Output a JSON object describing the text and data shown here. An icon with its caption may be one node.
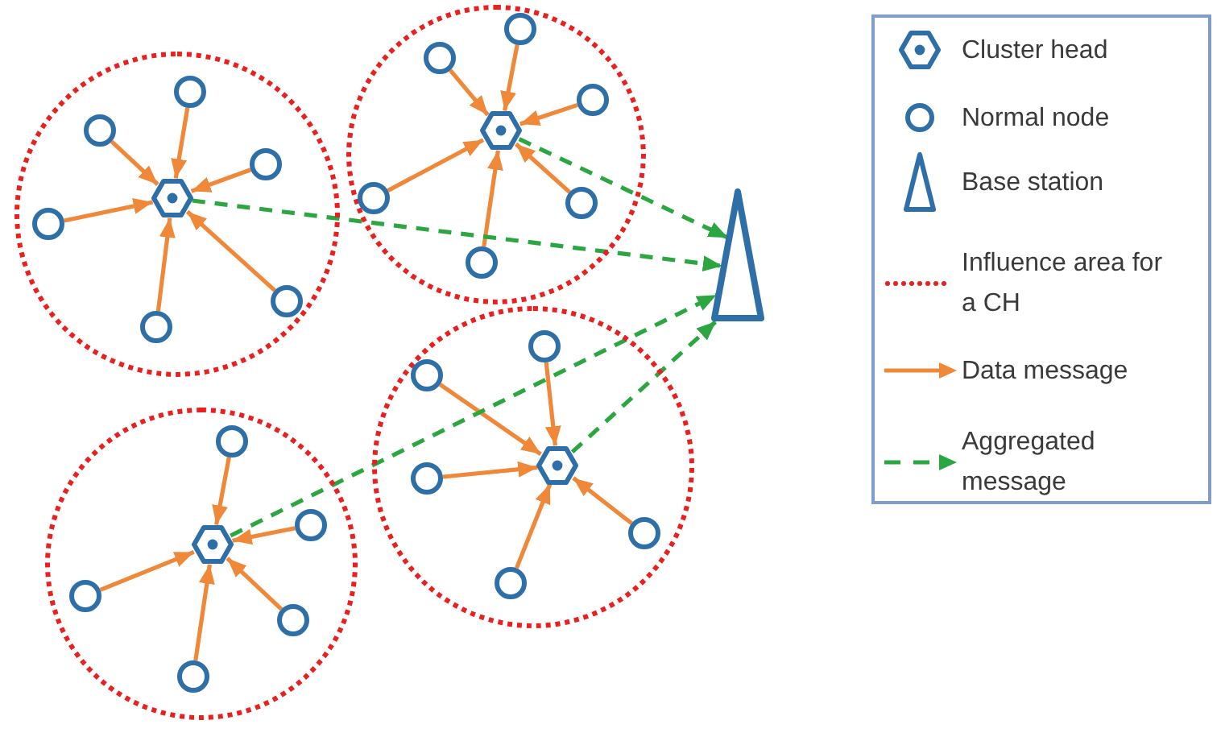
{
  "diagram": {
    "nodes": [
      {
        "text": [],
        "shape": "circle"
      },
      {
        "text": [],
        "shape": "hexagon",
        "in": 0
      },
      {
        "text": [],
        "shape": "circle",
        "in": 0
      },
      {
        "text": [],
        "shape": "circle",
        "in": 0
      },
      {
        "text": [],
        "shape": "circle",
        "in": 0
      },
      {
        "text": [],
        "shape": "circle",
        "in": 0
      },
      {
        "text": [],
        "shape": "circle",
        "in": 0
      },
      {
        "text": [],
        "shape": "circle",
        "in": 0
      },
      {
        "text": [],
        "shape": "circle"
      },
      {
        "text": [],
        "shape": "hexagon",
        "in": 8
      },
      {
        "text": [],
        "shape": "circle",
        "in": 8
      },
      {
        "text": [],
        "shape": "circle",
        "in": 8
      },
      {
        "text": [],
        "shape": "circle",
        "in": 8
      },
      {
        "text": [],
        "shape": "circle",
        "in": 8
      },
      {
        "text": [],
        "shape": "circle",
        "in": 8
      },
      {
        "text": [],
        "shape": "circle",
        "in": 8
      },
      {
        "text": [],
        "shape": "circle"
      },
      {
        "text": [],
        "shape": "hexagon",
        "in": 16
      },
      {
        "text": [],
        "shape": "circle",
        "in": 16
      },
      {
        "text": [],
        "shape": "circle",
        "in": 16
      },
      {
        "text": [],
        "shape": "circle",
        "in": 16
      },
      {
        "text": [],
        "shape": "circle",
        "in": 16
      },
      {
        "text": [],
        "shape": "circle",
        "in": 16
      },
      {
        "text": [],
        "shape": "circle"
      },
      {
        "text": [],
        "shape": "hexagon",
        "in": 23
      },
      {
        "text": [],
        "shape": "circle",
        "in": 23
      },
      {
        "text": [],
        "shape": "circle",
        "in": 23
      },
      {
        "text": [],
        "shape": "circle",
        "in": 23
      },
      {
        "text": [],
        "shape": "circle",
        "in": 23
      },
      {
        "text": [],
        "shape": "circle",
        "in": 23
      },
      {
        "text": [],
        "shape": "triangle"
      }
    ],
    "edges": [
      {
        "from": 2,
        "to": 1,
        "arrow": "to"
      },
      {
        "from": 3,
        "to": 1,
        "arrow": "to"
      },
      {
        "from": 4,
        "to": 1,
        "arrow": "to"
      },
      {
        "from": 5,
        "to": 1,
        "arrow": "to"
      },
      {
        "from": 6,
        "to": 1,
        "arrow": "to"
      },
      {
        "from": 7,
        "to": 1,
        "arrow": "to"
      },
      {
        "from": 10,
        "to": 9,
        "arrow": "to"
      },
      {
        "from": 11,
        "to": 9,
        "arrow": "to"
      },
      {
        "from": 12,
        "to": 9,
        "arrow": "to"
      },
      {
        "from": 13,
        "to": 9,
        "arrow": "to"
      },
      {
        "from": 14,
        "to": 9,
        "arrow": "to"
      },
      {
        "from": 15,
        "to": 9,
        "arrow": "to"
      },
      {
        "from": 18,
        "to": 17,
        "arrow": "to"
      },
      {
        "from": 19,
        "to": 17,
        "arrow": "to"
      },
      {
        "from": 20,
        "to": 17,
        "arrow": "to"
      },
      {
        "from": 21,
        "to": 17,
        "arrow": "to"
      },
      {
        "from": 22,
        "to": 17,
        "arrow": "to"
      },
      {
        "from": 25,
        "to": 24,
        "arrow": "to"
      },
      {
        "from": 26,
        "to": 24,
        "arrow": "to"
      },
      {
        "from": 27,
        "to": 24,
        "arrow": "to"
      },
      {
        "from": 28,
        "to": 24,
        "arrow": "to"
      },
      {
        "from": 29,
        "to": 24,
        "arrow": "to"
      },
      {
        "from": 1,
        "to": 30,
        "arrow": "to",
        "style": "dashed",
        "color": "#2ca641"
      },
      {
        "from": 9,
        "to": 30,
        "arrow": "to",
        "style": "dashed",
        "color": "#2ca641"
      },
      {
        "from": 17,
        "to": 30,
        "arrow": "to",
        "style": "dashed",
        "color": "#2ca641"
      },
      {
        "from": 24,
        "to": 30,
        "arrow": "to",
        "style": "dashed",
        "color": "#2ca641"
      }
    ],
    "legend": [
      {
        "text": "Cluster head"
      },
      {
        "text": "Normal node"
      },
      {
        "text": "Base station"
      },
      {
        "text": "Influence area for a CH"
      },
      {
        "text": "Data message"
      },
      {
        "text": "Aggregated message"
      }
    ]
  }
}
